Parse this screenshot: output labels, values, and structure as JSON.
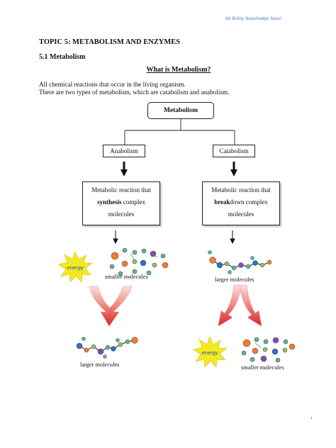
{
  "header_note": "Ab Bilitty Nasirhadjie Nauri",
  "topic_title": "TOPIC 5: METABOLISM AND ENZYMES",
  "section_title": "5.1 Metabolism",
  "question": "What is Metabolism?",
  "paragraph_1": "All chemical reactions that occur in the living organism.",
  "paragraph_2": "There are two types of metabolism, which are catabolism and anabolism.",
  "diagram": {
    "root": "Metabolism",
    "left": {
      "label": "Anabolism",
      "desc_line1": "Metabolic reaction that",
      "desc_bold": "synthesis",
      "desc_rest": " complex",
      "desc_line3": "molecules",
      "top_caption": "smaller molecules",
      "bottom_caption": "larger molecules",
      "energy_label": "energy"
    },
    "right": {
      "label": "Catabolism",
      "desc_line1": "Metabolic reaction that",
      "desc_bold": "break",
      "desc_rest": "down complex",
      "desc_line3": "molecules",
      "top_caption": "larger molecules",
      "bottom_caption": "smaller molecules",
      "energy_label": "energy"
    }
  },
  "page_number": "1",
  "colors": {
    "arrow_red": "#d7262b",
    "arrow_pink": "#f4b8b2",
    "starburst": "#f2ea1e",
    "energy_text": "#1e4fb0",
    "mol_orange": "#f07b2c",
    "mol_blue": "#2f6ec2",
    "mol_purple": "#7a4fb1",
    "mol_teal": "#58b59a",
    "mol_green": "#8fc15f"
  }
}
